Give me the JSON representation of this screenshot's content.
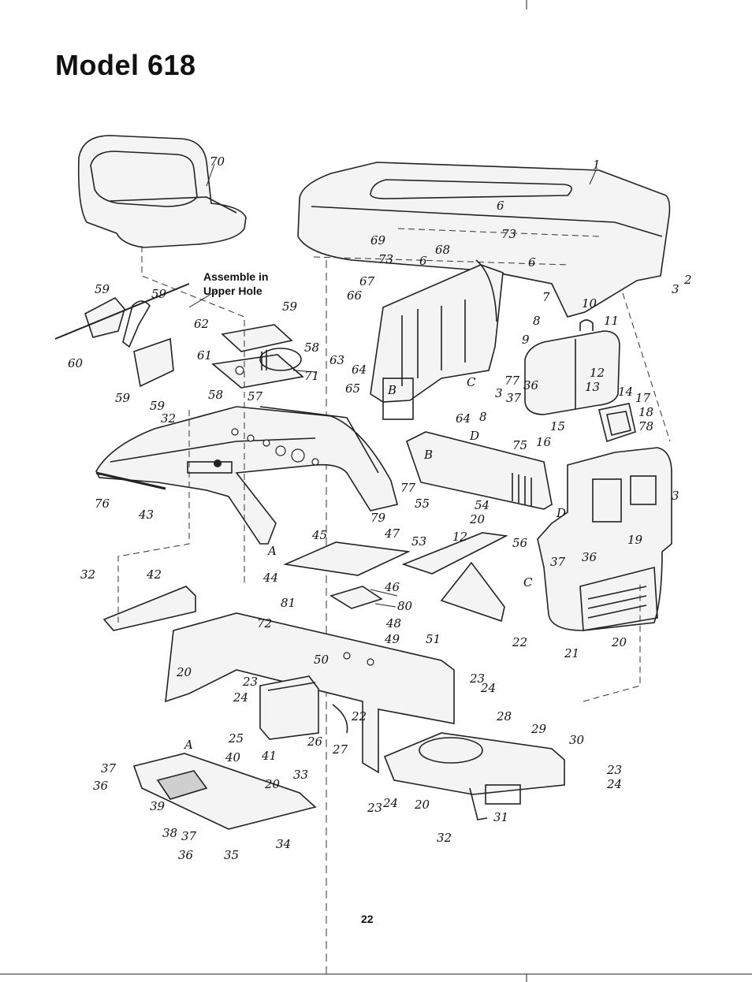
{
  "page": {
    "title": "Model 618",
    "page_number": "22"
  },
  "note": {
    "line1": "Assemble in",
    "line2": "Upper Hole"
  },
  "parts": {
    "seat": "70",
    "hood": "1",
    "hood_bolt": "2",
    "hood_nut": "3",
    "hood_screw": "6",
    "hood_washer": "73",
    "hood_pad": "68",
    "hood_bolt_b": "69",
    "support": "65",
    "support_clip": "67",
    "spring": "66",
    "seat_bracket": "59",
    "cable": "60",
    "plate": "62",
    "bolt_61": "61",
    "spring_58": "58",
    "washer_57": "57",
    "nut_71": "71",
    "screw_63": "63",
    "washer_64": "64",
    "bolt_32": "32",
    "fender": "43",
    "trim": "76",
    "gas_tank": "11",
    "cap": "10",
    "line_12": "12",
    "clamp_13": "13",
    "lamp_14": "14",
    "bulb_15": "15",
    "socket_16": "16",
    "grille_17": "17",
    "grille_18": "18",
    "screen_78": "78",
    "grille_19": "19",
    "front_20": "20",
    "nose_21": "21",
    "support_22": "22",
    "bolt_23": "23",
    "nut_24": "24",
    "battery": "26",
    "holder_25": "25",
    "strap_27": "27",
    "frame_28": "28",
    "pan_29": "29",
    "hitch_30": "30",
    "pin_31": "31",
    "rod_33": "33",
    "step_34": "34",
    "bracket_35": "35",
    "washer_36": "36",
    "bolt_37": "37",
    "bolt_38": "38",
    "pad_39": "39",
    "nut_40": "40",
    "rod_41": "41",
    "channel_42": "42",
    "bolt_44": "44",
    "bolt_45": "45",
    "bolt_46": "46",
    "plate_47": "47",
    "bracket_48": "48",
    "nut_49": "49",
    "bracket_50": "50",
    "bracket_51": "51",
    "plate_53": "53",
    "bolt_54": "54",
    "dash_55": "55",
    "screw_56": "56",
    "switch_64": "64",
    "rod_75": "75",
    "bolt_77": "77",
    "nut_79": "79",
    "cover_80": "80",
    "spacer_81": "81",
    "washer_8": "8",
    "bolt_9": "9",
    "bolt_7": "7",
    "plate_72": "72",
    "bolt_37b": "37",
    "spacer_3": "3"
  },
  "markers": {
    "a": "A",
    "b": "B",
    "c": "C",
    "d": "D"
  }
}
